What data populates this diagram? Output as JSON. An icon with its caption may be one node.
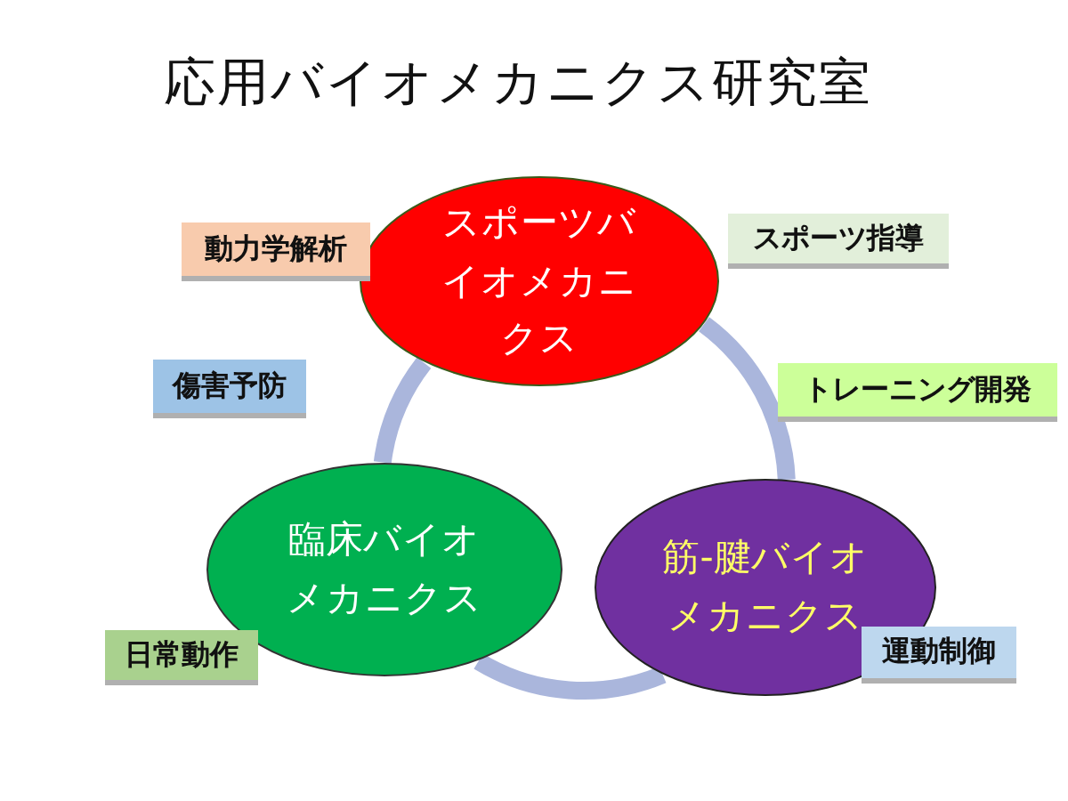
{
  "diagram": {
    "title": "応用バイオメカニクス研究室",
    "nodes": [
      {
        "text": [
          "スポーツバイオメカニクス"
        ]
      },
      {
        "text": [
          "動力学解析"
        ]
      },
      {
        "text": [
          "スポーツ指導"
        ]
      },
      {
        "text": [
          "傷害予防"
        ]
      },
      {
        "text": [
          "トレーニング開発"
        ]
      },
      {
        "text": [
          "臨床バイオメカニクス"
        ]
      },
      {
        "text": [
          "筋-腱バイオメカニクス"
        ]
      },
      {
        "text": [
          "日常動作"
        ]
      },
      {
        "text": [
          "運動制御"
        ]
      }
    ],
    "edges": [
      {
        "from": 0,
        "to": 5,
        "arrow": "none"
      },
      {
        "from": 0,
        "to": 6,
        "arrow": "none"
      },
      {
        "from": 5,
        "to": 6,
        "arrow": "none"
      }
    ]
  }
}
